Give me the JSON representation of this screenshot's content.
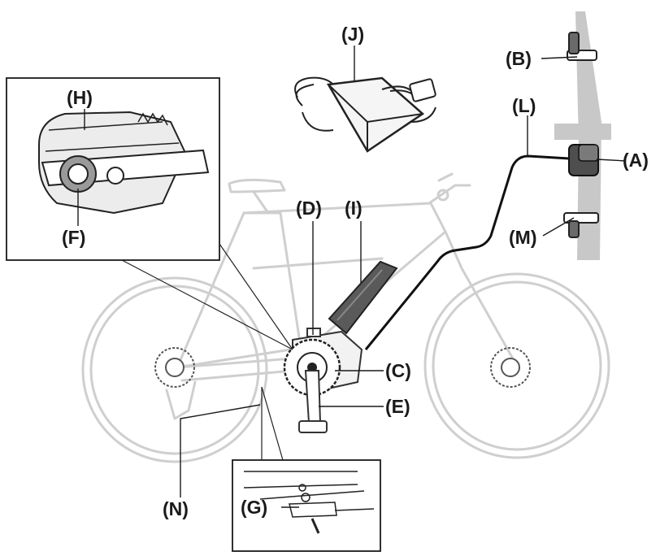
{
  "diagram": {
    "callouts": {
      "A": "(A)",
      "B": "(B)",
      "C": "(C)",
      "D": "(D)",
      "E": "(E)",
      "F": "(F)",
      "G": "(G)",
      "H": "(H)",
      "I": "(I)",
      "J": "(J)",
      "L": "(L)",
      "M": "(M)",
      "N": "(N)"
    },
    "colors": {
      "bike_outline": "#cfcfcf",
      "ink": "#1a1a1a",
      "part_fill": "#555555",
      "handlebar_gray": "#c8c8c8"
    }
  }
}
